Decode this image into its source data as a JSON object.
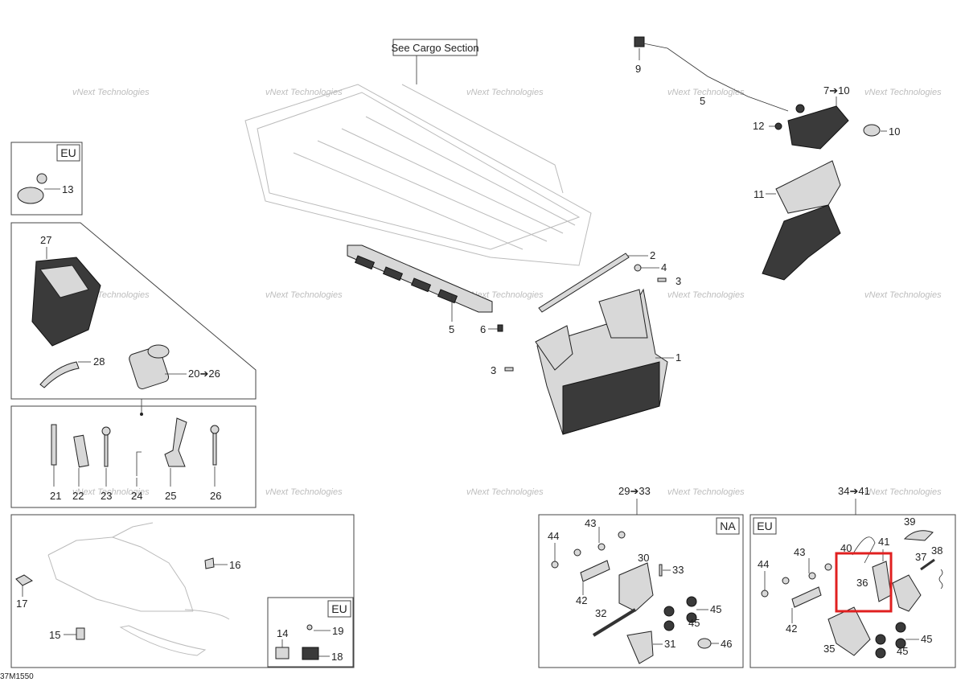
{
  "drawing_code": "37M1550",
  "callouts": {
    "see_cargo": "See Cargo Section",
    "n1": "1",
    "n2": "2",
    "n3a": "3",
    "n3b": "3",
    "n4": "4",
    "n5": "5",
    "n5b": "5",
    "n6": "6",
    "n7_10": "7➔10",
    "n9": "9",
    "n10": "10",
    "n11": "11",
    "n12": "12",
    "n13": "13",
    "n14": "14",
    "n15": "15",
    "n16": "16",
    "n17": "17",
    "n18": "18",
    "n19": "19",
    "n20_26": "20➔26",
    "n21": "21",
    "n22": "22",
    "n23": "23",
    "n24": "24",
    "n25": "25",
    "n26": "26",
    "n27": "27",
    "n28": "28",
    "n29_33": "29➔33",
    "n30": "30",
    "n31": "31",
    "n32": "32",
    "n33": "33",
    "n34_41": "34➔41",
    "n35": "35",
    "n36": "36",
    "n37": "37",
    "n38": "38",
    "n39": "39",
    "n40": "40",
    "n41": "41",
    "n42a": "42",
    "n42b": "42",
    "n43a": "43",
    "n43b": "43",
    "n44a": "44",
    "n44b": "44",
    "n45a": "45",
    "n45b": "45",
    "n45c": "45",
    "n45d": "45",
    "n46": "46"
  },
  "region_tags": {
    "eu_mirror": "EU",
    "eu_decal": "EU",
    "na_bracket": "NA",
    "eu_bracket": "EU"
  },
  "watermark": "vNext Technologies",
  "highlight_color": "#e02020"
}
